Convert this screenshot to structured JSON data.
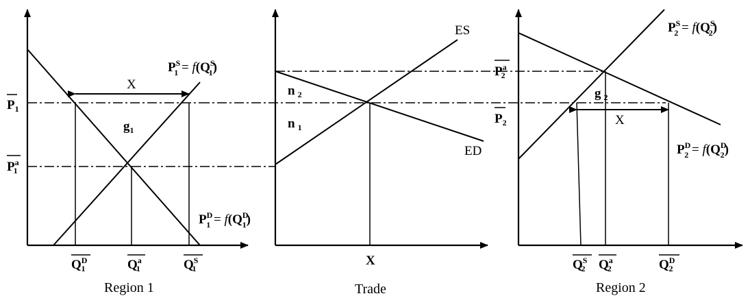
{
  "panels": {
    "region1": {
      "caption": "Region 1",
      "supply_label": {
        "p": "P",
        "sub": "1",
        "sup": "S",
        "eq": " = ",
        "f": "f",
        "lp": "(Q",
        "qsub": "1",
        "qsup": "S",
        "rp": ")"
      },
      "demand_label": {
        "p": "P",
        "sub": "1",
        "sup": "D",
        "eq": " = ",
        "f": "f",
        "lp": "(Q",
        "qsub": "1",
        "qsup": "D",
        "rp": ")"
      },
      "price_trade": {
        "p": "P",
        "sub": "1"
      },
      "price_autarky": {
        "p": "P",
        "sub": "1",
        "sup": "a"
      },
      "q_demand": {
        "q": "Q",
        "sub": "1",
        "sup": "D"
      },
      "q_autarky": {
        "q": "Q",
        "sub": "1",
        "sup": "a"
      },
      "q_supply": {
        "q": "Q",
        "sub": "1",
        "sup": "S"
      },
      "x_label": "X",
      "area_label": {
        "g": "g",
        "sub": "1"
      }
    },
    "trade": {
      "caption": "Trade",
      "es_label": "ES",
      "ed_label": "ED",
      "n2_label": {
        "n": "n",
        "sub": "2"
      },
      "n1_label": {
        "n": "n",
        "sub": "1"
      },
      "x_axis_label": "X"
    },
    "region2": {
      "caption": "Region 2",
      "supply_label": {
        "p": "P",
        "sub": "2",
        "sup": "S",
        "eq": " = ",
        "f": "f",
        "lp": "(Q",
        "qsub": "2",
        "qsup": "S",
        "rp": ")"
      },
      "demand_label": {
        "p": "P",
        "sub": "2",
        "sup": "D",
        "eq": " = ",
        "f": "f",
        "lp": "(Q",
        "qsub": "2",
        "qsup": "D",
        "rp": ")"
      },
      "price_autarky": {
        "p": "P",
        "sub": "2",
        "sup": "a"
      },
      "price_trade": {
        "p": "P",
        "sub": "2"
      },
      "q_supply": {
        "q": "Q",
        "sub": "2",
        "sup": "S"
      },
      "q_autarky": {
        "q": "Q",
        "sub": "2",
        "sup": "a"
      },
      "q_demand": {
        "q": "Q",
        "sub": "2",
        "sup": "D"
      },
      "x_label": "X",
      "area_label": {
        "g": "g",
        "sub": "2"
      }
    }
  }
}
